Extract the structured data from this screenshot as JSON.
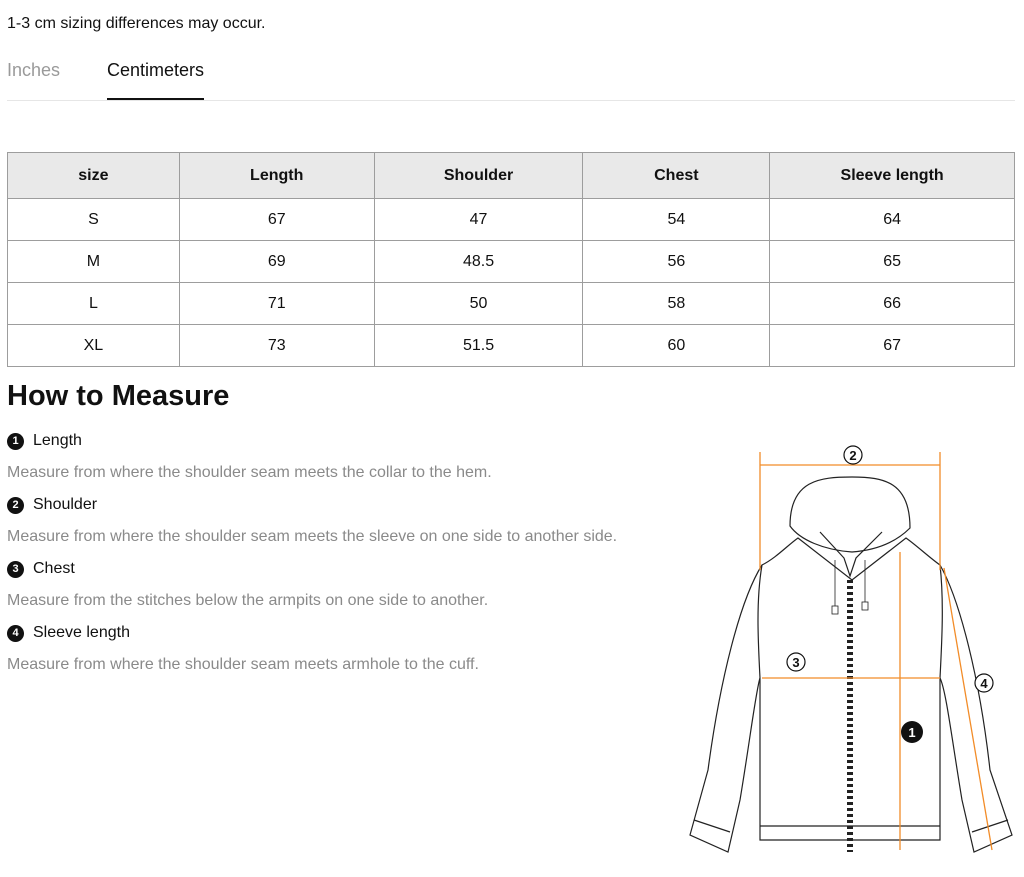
{
  "note": "1-3 cm sizing differences may occur.",
  "tabs": [
    {
      "label": "Inches",
      "active": false
    },
    {
      "label": "Centimeters",
      "active": true
    }
  ],
  "table": {
    "headers": [
      "size",
      "Length",
      "Shoulder",
      "Chest",
      "Sleeve length"
    ],
    "rows": [
      [
        "S",
        "67",
        "47",
        "54",
        "64"
      ],
      [
        "M",
        "69",
        "48.5",
        "56",
        "65"
      ],
      [
        "L",
        "71",
        "50",
        "58",
        "66"
      ],
      [
        "XL",
        "73",
        "51.5",
        "60",
        "67"
      ]
    ]
  },
  "how_to_measure": {
    "title": "How to Measure",
    "steps": [
      {
        "num": "1",
        "label": "Length",
        "desc": "Measure from where the shoulder seam meets the collar to the hem."
      },
      {
        "num": "2",
        "label": "Shoulder",
        "desc": "Measure from where the shoulder seam meets the sleeve on one side to another side."
      },
      {
        "num": "3",
        "label": "Chest",
        "desc": "Measure from the stitches below the armpits on one side to another."
      },
      {
        "num": "4",
        "label": "Sleeve length",
        "desc": "Measure from where the shoulder seam meets armhole to the cuff."
      }
    ]
  },
  "diagram": {
    "icon": "hoodie-measurement-diagram",
    "markers": [
      "1",
      "2",
      "3",
      "4"
    ],
    "colors": {
      "measure_line": "#f28c28",
      "outline": "#222222"
    }
  }
}
